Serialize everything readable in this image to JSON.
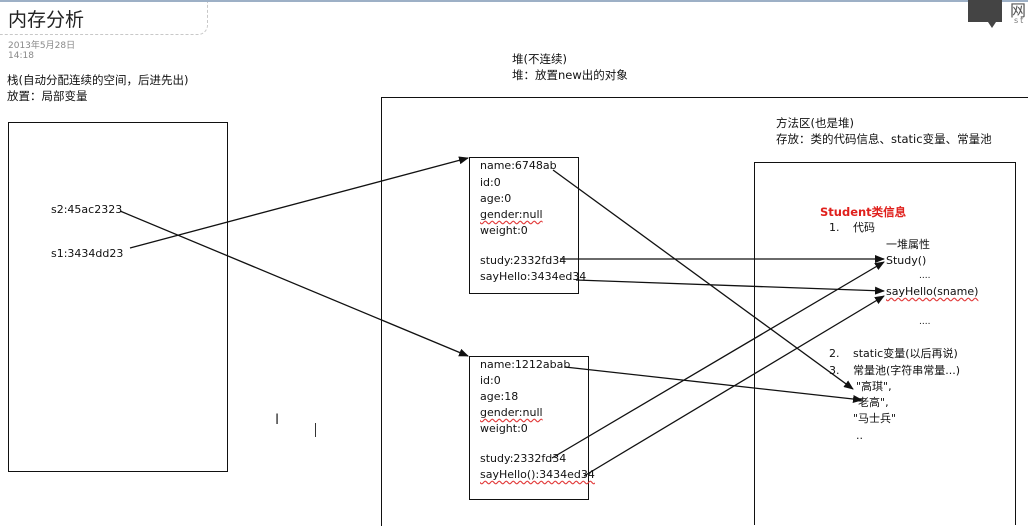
{
  "page": {
    "title": "内存分析",
    "date": "2013年5月28日",
    "time": "14:18"
  },
  "stack": {
    "heading": "栈(自动分配连续的空间，后进先出)",
    "placement": "放置：局部变量",
    "vars": [
      "s2:45ac2323",
      "s1:3434dd23"
    ]
  },
  "heap": {
    "heading": "堆(不连续)",
    "placement": "堆：放置new出的对象"
  },
  "objects": [
    {
      "fields": [
        "name:6748ab",
        "id:0",
        "age:0",
        "gender:null",
        "weight:0"
      ],
      "methods": [
        "study:2332fd34",
        "sayHello:3434ed34"
      ]
    },
    {
      "fields": [
        "name:1212abab",
        "id:0",
        "age:18",
        "gender:null",
        "weight:0"
      ],
      "methods": [
        "study:2332fd34",
        "sayHello():3434ed34"
      ]
    }
  ],
  "method_area": {
    "heading": "方法区(也是堆)",
    "storage": "存放：类的代码信息、static变量、常量池",
    "class_title": "Student类信息",
    "item1_num": "1.",
    "item1_label": "代码",
    "attrs": "一堆属性",
    "study": "Study()",
    "dots1": "....",
    "sayhello": "sayHello(sname)",
    "dots2": "....",
    "item2_num": "2.",
    "item2_label": "static变量(以后再说)",
    "item3_num": "3.",
    "item3_label": "常量池(字符串常量...)",
    "const1": "\"高琪\",",
    "const2": "\"老高\",",
    "const3": "\"马士兵\"",
    "dots3": ".."
  },
  "logo": {
    "text": "网",
    "sub": "st"
  },
  "colors": {
    "accent_red": "#e0201c",
    "line": "#111111"
  }
}
